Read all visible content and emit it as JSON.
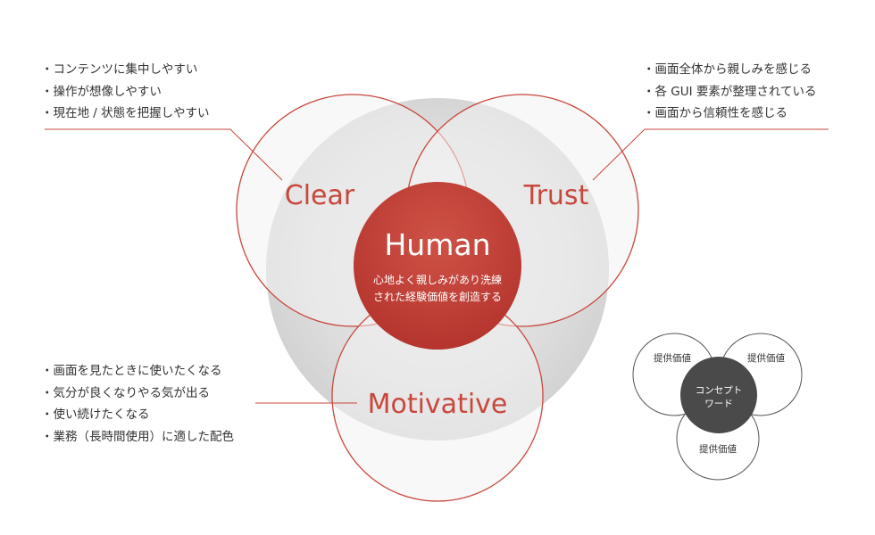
{
  "center": {
    "title": "Human",
    "lines": [
      "心地よく親しみがあり洗練",
      "された経験価値を創造する"
    ]
  },
  "circles": {
    "clear": "Clear",
    "trust": "Trust",
    "motivative": "Motivative"
  },
  "bullets": {
    "clear": [
      "コンテンツに集中しやすい",
      "操作が想像しやすい",
      "現在地 / 状態を把握しやすい"
    ],
    "trust": [
      "画面全体から親しみを感じる",
      "各 GUI 要素が整理されている",
      "画面から信頼性を感じる"
    ],
    "motivative": [
      "画面を見たときに使いたくなる",
      "気分が良くなりやる気が出る",
      "使い続けたくなる",
      "業務（長時間使用）に適した配色"
    ]
  },
  "legend": {
    "center_lines": [
      "コンセプト",
      "ワード"
    ],
    "value_label": "提供価値"
  },
  "colors": {
    "accent": "#c8473c",
    "accent_dark": "#a8302a",
    "gray_fill": "#dcdcdc",
    "circle_fill": "#f2f2f2",
    "legend_dark": "#4a4a4a"
  }
}
